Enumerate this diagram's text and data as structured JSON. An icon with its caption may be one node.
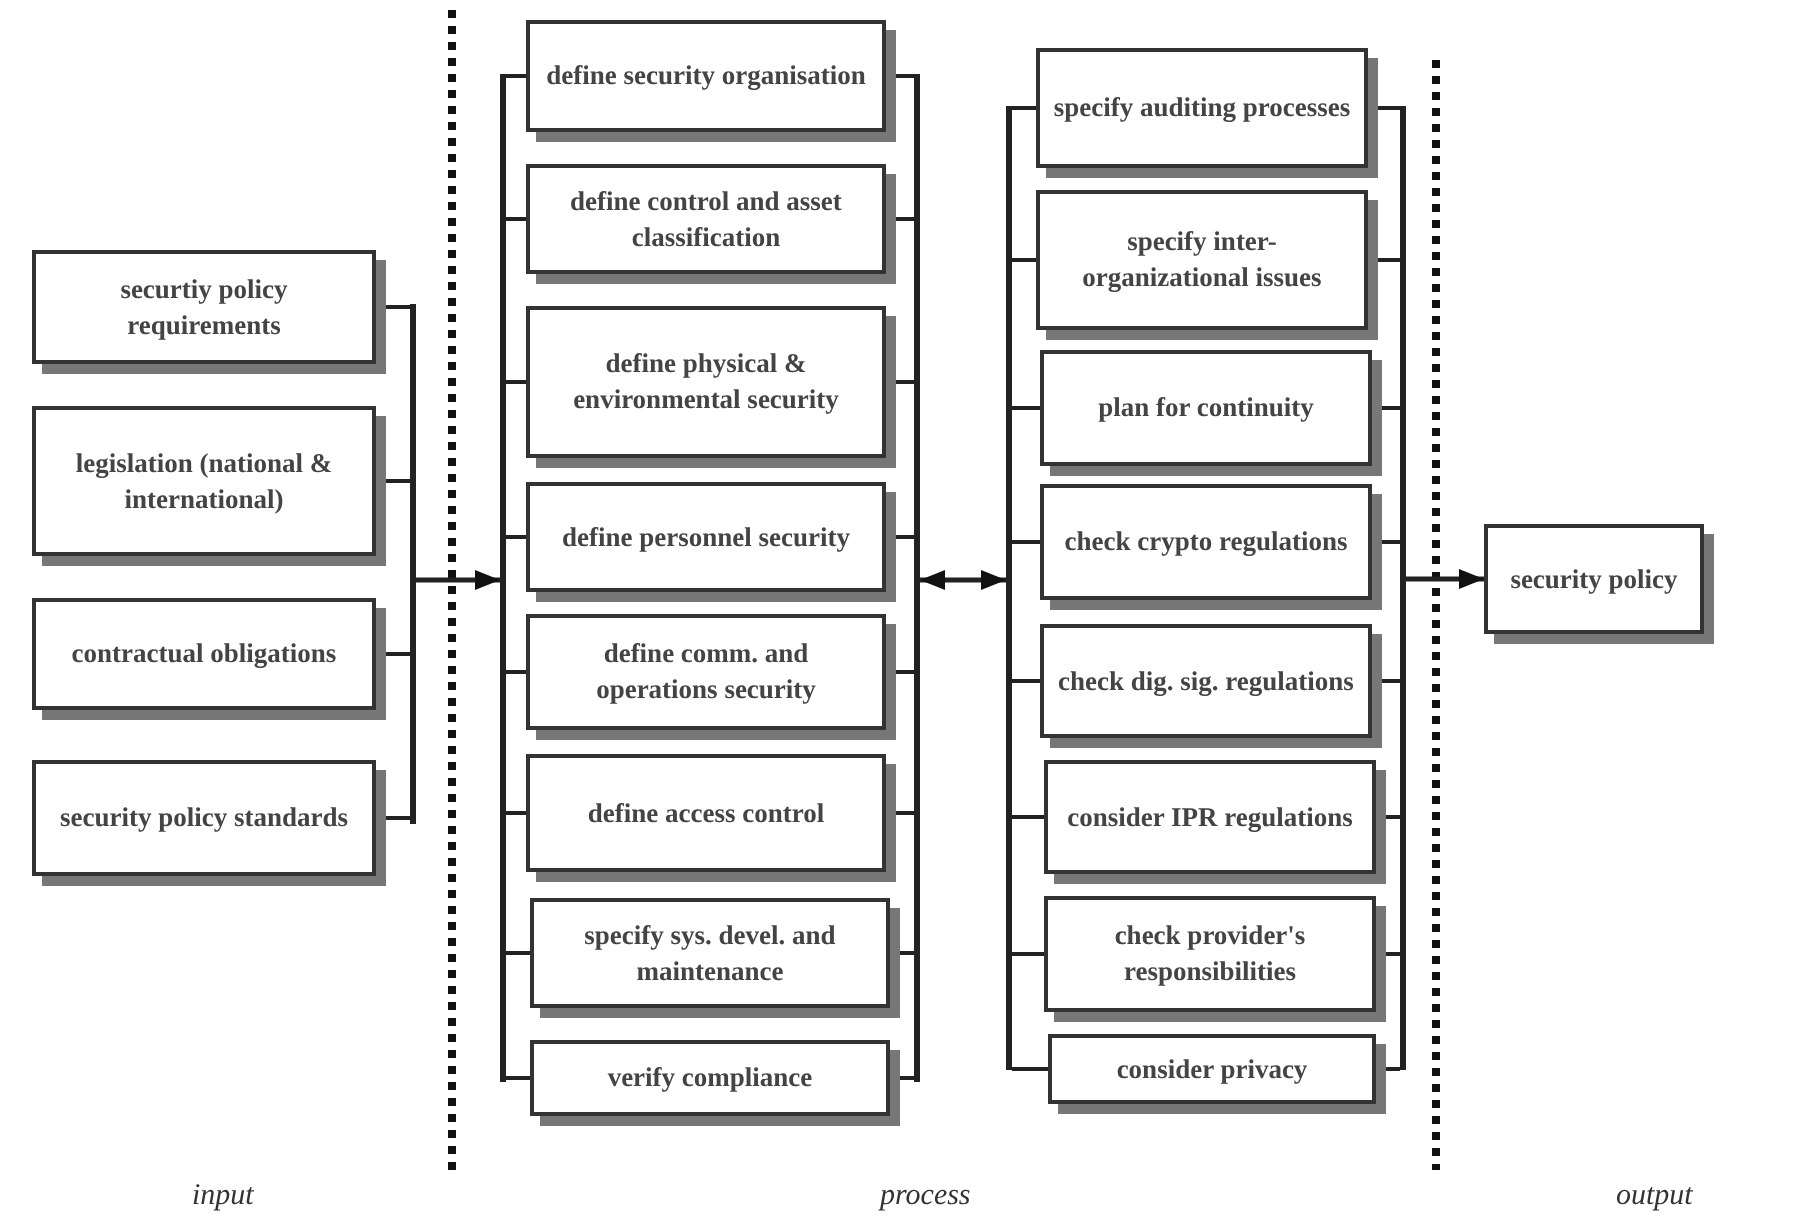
{
  "diagram": {
    "nodes": [
      {
        "text": [
          "securtiy policy requirements"
        ]
      },
      {
        "text": [
          "legislation (national & international)"
        ]
      },
      {
        "text": [
          "contractual obligations"
        ]
      },
      {
        "text": [
          "security policy standards"
        ]
      },
      {
        "text": [],
        "shape": "bar"
      },
      {
        "text": [],
        "shape": "bar"
      },
      {
        "text": [
          "define security organisation"
        ]
      },
      {
        "text": [
          "define control and asset classification"
        ]
      },
      {
        "text": [
          "define physical & environmental security"
        ]
      },
      {
        "text": [
          "define personnel security"
        ]
      },
      {
        "text": [
          "define comm. and operations security"
        ]
      },
      {
        "text": [
          "define access control"
        ]
      },
      {
        "text": [
          "specify sys. devel. and maintenance"
        ]
      },
      {
        "text": [
          "verify compliance"
        ]
      },
      {
        "text": [],
        "shape": "bar"
      },
      {
        "text": [],
        "shape": "bar"
      },
      {
        "text": [
          "specify auditing processes"
        ]
      },
      {
        "text": [
          "specify inter-organizational issues"
        ]
      },
      {
        "text": [
          "plan for continuity"
        ]
      },
      {
        "text": [
          "check crypto regulations"
        ]
      },
      {
        "text": [
          "check dig. sig. regulations"
        ]
      },
      {
        "text": [
          "consider IPR regulations"
        ]
      },
      {
        "text": [
          "check provider's responsibilities"
        ]
      },
      {
        "text": [
          "consider privacy"
        ]
      },
      {
        "text": [],
        "shape": "bar"
      },
      {
        "text": [
          "security policy"
        ]
      }
    ],
    "edges": [
      {
        "from": 0,
        "to": 4,
        "arrow": "none"
      },
      {
        "from": 1,
        "to": 4,
        "arrow": "none"
      },
      {
        "from": 2,
        "to": 4,
        "arrow": "none"
      },
      {
        "from": 3,
        "to": 4,
        "arrow": "none"
      },
      {
        "from": 4,
        "to": 5,
        "arrow": "to"
      },
      {
        "from": 5,
        "to": 6,
        "arrow": "none"
      },
      {
        "from": 5,
        "to": 7,
        "arrow": "none"
      },
      {
        "from": 5,
        "to": 8,
        "arrow": "none"
      },
      {
        "from": 5,
        "to": 9,
        "arrow": "none"
      },
      {
        "from": 5,
        "to": 10,
        "arrow": "none"
      },
      {
        "from": 5,
        "to": 11,
        "arrow": "none"
      },
      {
        "from": 5,
        "to": 12,
        "arrow": "none"
      },
      {
        "from": 5,
        "to": 13,
        "arrow": "none"
      },
      {
        "from": 6,
        "to": 14,
        "arrow": "none"
      },
      {
        "from": 7,
        "to": 14,
        "arrow": "none"
      },
      {
        "from": 8,
        "to": 14,
        "arrow": "none"
      },
      {
        "from": 9,
        "to": 14,
        "arrow": "none"
      },
      {
        "from": 10,
        "to": 14,
        "arrow": "none"
      },
      {
        "from": 11,
        "to": 14,
        "arrow": "none"
      },
      {
        "from": 12,
        "to": 14,
        "arrow": "none"
      },
      {
        "from": 13,
        "to": 14,
        "arrow": "none"
      },
      {
        "from": 14,
        "to": 15,
        "arrow": "both"
      },
      {
        "from": 15,
        "to": 16,
        "arrow": "none"
      },
      {
        "from": 15,
        "to": 17,
        "arrow": "none"
      },
      {
        "from": 15,
        "to": 18,
        "arrow": "none"
      },
      {
        "from": 15,
        "to": 19,
        "arrow": "none"
      },
      {
        "from": 15,
        "to": 20,
        "arrow": "none"
      },
      {
        "from": 15,
        "to": 21,
        "arrow": "none"
      },
      {
        "from": 15,
        "to": 22,
        "arrow": "none"
      },
      {
        "from": 15,
        "to": 23,
        "arrow": "none"
      },
      {
        "from": 16,
        "to": 24,
        "arrow": "none"
      },
      {
        "from": 17,
        "to": 24,
        "arrow": "none"
      },
      {
        "from": 18,
        "to": 24,
        "arrow": "none"
      },
      {
        "from": 19,
        "to": 24,
        "arrow": "none"
      },
      {
        "from": 20,
        "to": 24,
        "arrow": "none"
      },
      {
        "from": 21,
        "to": 24,
        "arrow": "none"
      },
      {
        "from": 22,
        "to": 24,
        "arrow": "none"
      },
      {
        "from": 23,
        "to": 24,
        "arrow": "none"
      },
      {
        "from": 24,
        "to": 25,
        "arrow": "to"
      }
    ],
    "labels": [
      "input",
      "process",
      "output"
    ]
  }
}
